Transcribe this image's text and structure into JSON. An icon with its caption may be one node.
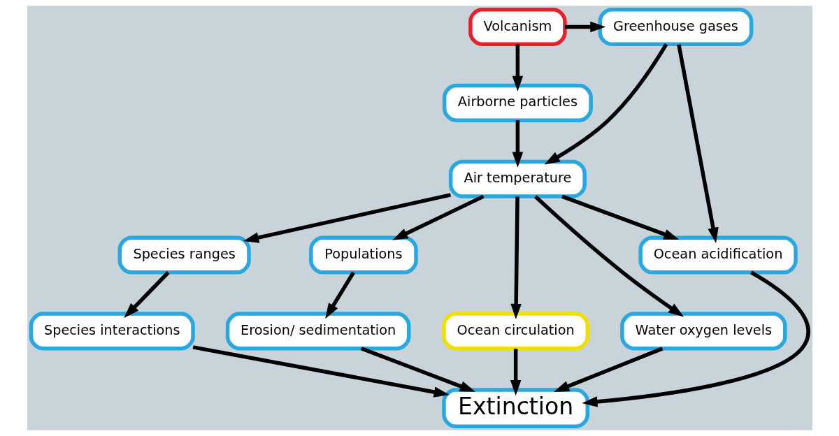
{
  "diagram": {
    "nodes": [
      {
        "text": [
          "Greenhouse gases"
        ]
      },
      {
        "text": [
          "Airborne particles"
        ]
      },
      {
        "text": [
          "Air temperature"
        ]
      },
      {
        "text": [
          "Volcanism"
        ]
      },
      {
        "text": [
          "Species interactions"
        ]
      },
      {
        "text": [
          "Erosion/ sedimentation"
        ]
      },
      {
        "text": [
          "Species ranges"
        ]
      },
      {
        "text": [
          "Ocean acidification"
        ]
      },
      {
        "text": [
          "Populations"
        ]
      },
      {
        "text": [
          "Ocean circulation"
        ]
      },
      {
        "text": [
          "Water oxygen levels"
        ]
      },
      {
        "text": [
          "Extinction"
        ]
      }
    ],
    "edges": [
      {
        "from": 3,
        "to": 0,
        "arrow": "to"
      },
      {
        "from": 3,
        "to": 1,
        "arrow": "to"
      },
      {
        "from": 0,
        "to": 7,
        "arrow": "to"
      },
      {
        "from": 0,
        "to": 2,
        "arrow": "to"
      },
      {
        "from": 1,
        "to": 2,
        "arrow": "to"
      },
      {
        "from": 2,
        "to": 7,
        "arrow": "to"
      },
      {
        "from": 2,
        "to": 9,
        "arrow": "to"
      },
      {
        "from": 2,
        "to": 10,
        "arrow": "to"
      },
      {
        "from": 2,
        "to": 6,
        "arrow": "to"
      },
      {
        "from": 2,
        "to": 8,
        "arrow": "to"
      },
      {
        "from": 6,
        "to": 4,
        "arrow": "to"
      },
      {
        "from": 4,
        "to": 11,
        "arrow": "to"
      },
      {
        "from": 8,
        "to": 5,
        "arrow": "to"
      },
      {
        "from": 5,
        "to": 11,
        "arrow": "to"
      },
      {
        "from": 7,
        "to": 11,
        "arrow": "to"
      },
      {
        "from": 9,
        "to": 11,
        "arrow": "to"
      },
      {
        "from": 10,
        "to": 11,
        "arrow": "to"
      }
    ]
  }
}
